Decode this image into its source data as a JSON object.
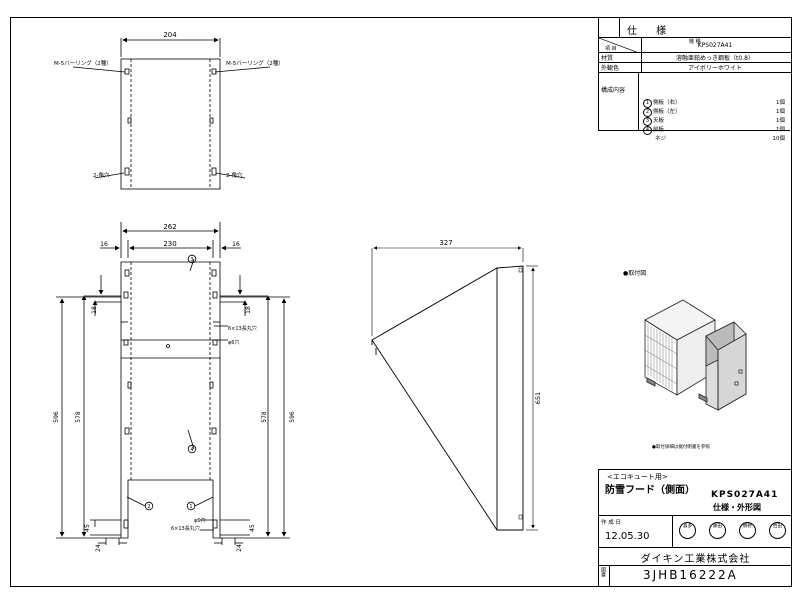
{
  "spec_table": {
    "title": "仕 様",
    "header_item": "項 目",
    "header_model": "機 種",
    "model": "KPS027A41",
    "rows": [
      {
        "label": "材質",
        "value": "溶融亜鉛めっき鋼板（t0.8）"
      },
      {
        "label": "外観色",
        "value": "アイボリーホワイト"
      }
    ],
    "composition_label": "構成内容",
    "components": [
      {
        "num": "1",
        "name": "側板（右）",
        "qty": "1個"
      },
      {
        "num": "2",
        "name": "側板（左）",
        "qty": "1個"
      },
      {
        "num": "3",
        "name": "天板",
        "qty": "1個"
      },
      {
        "num": "4",
        "name": "前板",
        "qty": "1個"
      },
      {
        "num": "",
        "name": "ネジ",
        "qty": "10個"
      }
    ]
  },
  "install_figure": {
    "label": "●取付図",
    "note": "●取付詳細は据付明書を参照"
  },
  "title_block": {
    "use": "<エコキュート用>",
    "name": "防雪フード（側面）",
    "model": "KPS027A41",
    "doc_type": "仕様・外形図",
    "date_label": "作 成 日",
    "date": "12.05.30",
    "stamps": [
      "喜多",
      "藤田",
      "鶴野",
      "西田"
    ],
    "company": "ダイキン工業株式会社",
    "drawing_no_label": "図番",
    "drawing_no": "3JHB16222A"
  },
  "top_view": {
    "width_dim": "204",
    "bearing_left": "M-5バーリング（2種）",
    "bearing_right": "M-5バーリング（2種）",
    "hole_left": "2-角穴",
    "hole_right": "2-角穴"
  },
  "front_view": {
    "overall_width": "262",
    "inner_width": "230",
    "edge_left": "16",
    "edge_right": "16",
    "h_596_left": "596",
    "h_578_left": "578",
    "h_18_left": "18",
    "h_45_left": "45",
    "w_24_left": "24",
    "h_596_right": "596",
    "h_578_right": "578",
    "h_18_right": "18",
    "h_45_right": "45",
    "w_24_right": "24",
    "slot_top": "6×13長丸穴",
    "hole_top": "φ6穴",
    "hole_bottom": "φ6穴",
    "slot_bottom": "6×13長丸穴",
    "part3": "3",
    "part4": "4",
    "part2": "2",
    "part1": "1"
  },
  "side_view": {
    "depth": "327",
    "height": "651"
  }
}
